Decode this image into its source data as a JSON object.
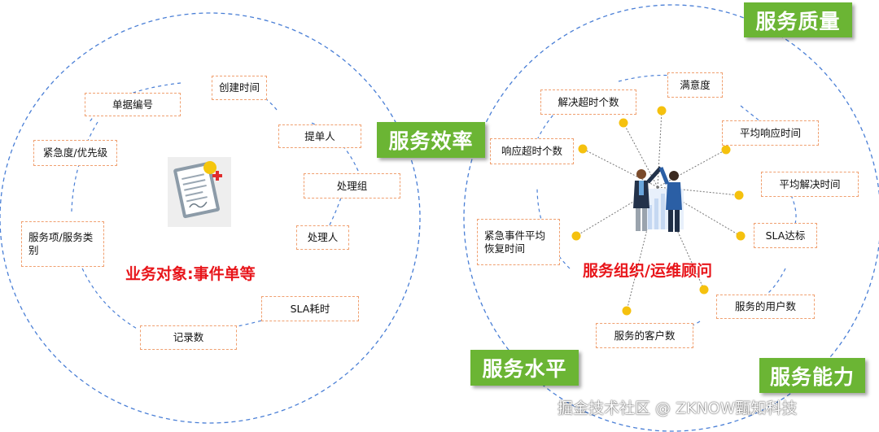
{
  "left_circle": {
    "boxes": [
      "单据编号",
      "创建时间",
      "提单人",
      "处理组",
      "处理人",
      "SLA耗时",
      "记录数",
      "服务项/服务类别",
      "紧急度/优先级"
    ],
    "caption": "业务对象:事件单等",
    "icon": "clipboard-document-icon"
  },
  "right_circle": {
    "boxes": [
      "满意度",
      "解决超时个数",
      "平均响应时间",
      "平均解决时间",
      "SLA达标",
      "服务的用户数",
      "服务的客户数",
      "紧急事件平均恢复时间",
      "响应超时个数"
    ],
    "caption": "服务组织/运维顾问",
    "icon": "business-people-high-five-icon"
  },
  "tags": [
    "服务质量",
    "服务效率",
    "服务水平",
    "服务能力"
  ],
  "watermark": "掘金技术社区 @ ZKNOW甄知科技",
  "colors": {
    "tag_bg": "#6bb534",
    "caption_red": "#e8161b",
    "circle_stroke": "#4a7fd6",
    "box_border": "#f0a070",
    "dot": "#f5c10e"
  }
}
